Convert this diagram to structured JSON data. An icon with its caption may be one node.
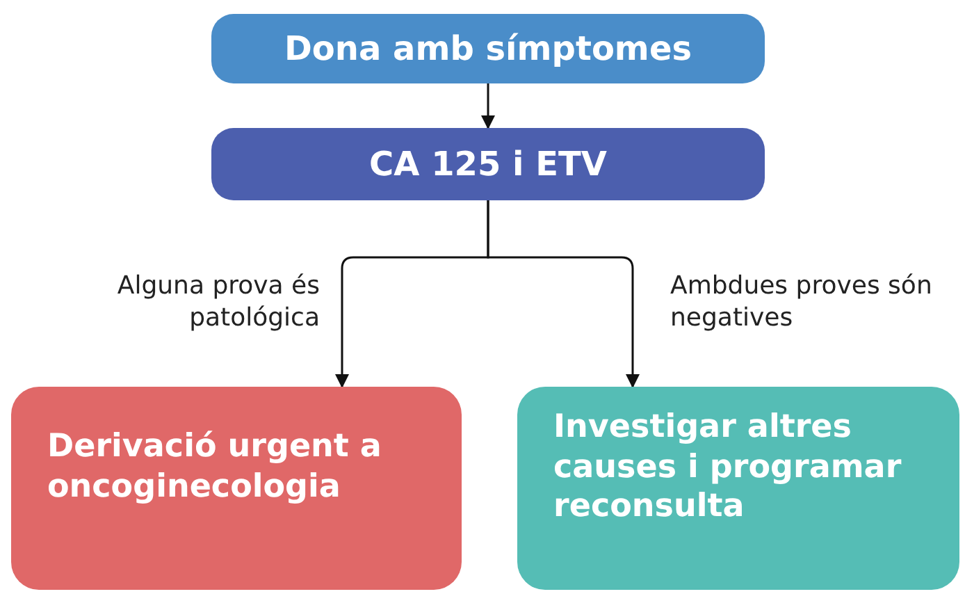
{
  "diagram": {
    "nodes": [
      {
        "text": [
          "Dona amb símptomes"
        ]
      },
      {
        "text": [
          "CA 125 i ETV"
        ]
      },
      {
        "text": [
          "Derivació urgent a oncoginecologia"
        ]
      },
      {
        "text": [
          "Investigar altres causes i programar reconsulta"
        ]
      }
    ],
    "edges": [
      {
        "from": 0,
        "to": 1,
        "arrow": "to"
      },
      {
        "from": 1,
        "to": 2,
        "arrow": "to",
        "label": "Alguna prova és patológica"
      },
      {
        "from": 1,
        "to": 3,
        "arrow": "to",
        "label": "Ambdues proves són negatives"
      }
    ]
  }
}
